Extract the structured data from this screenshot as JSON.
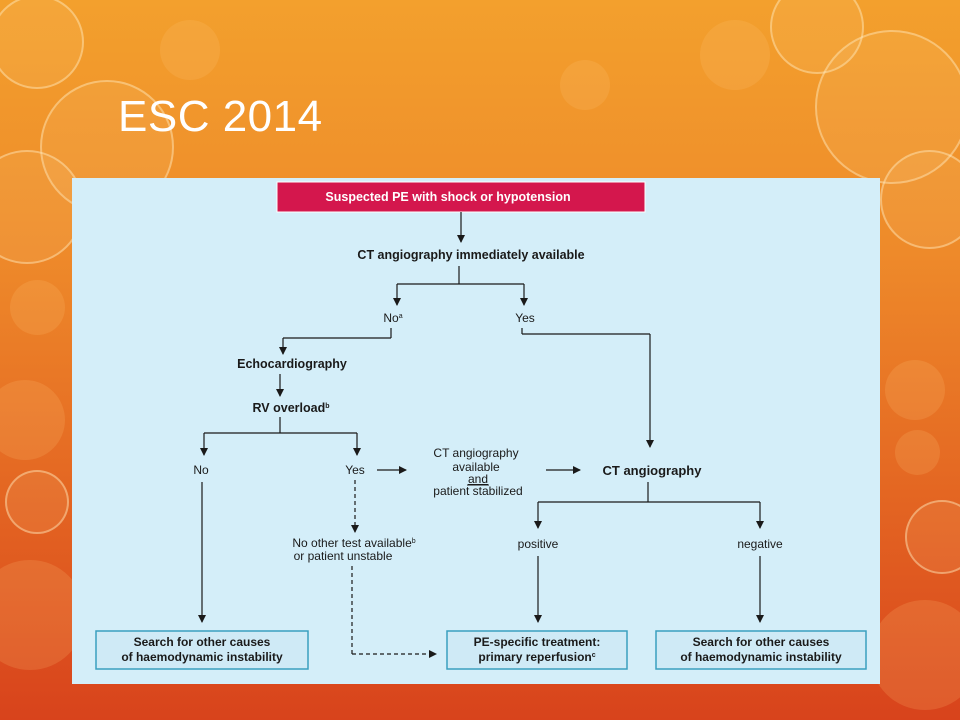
{
  "slide": {
    "title": "ESC 2014"
  },
  "flowchart": {
    "start_box": "Suspected PE with shock or hypotension",
    "ct_available_question": "CT angiography immediately available",
    "branch_no": "No",
    "branch_no_sup": "a",
    "branch_yes": "Yes",
    "echo": "Echocardiography",
    "rv_overload": "RV overload",
    "rv_overload_sup": "b",
    "rv_no": "No",
    "rv_yes": "Yes",
    "ct_stabilized_line1": "CT angiography",
    "ct_stabilized_line2": "available",
    "ct_stabilized_line3": "and",
    "ct_stabilized_line4": "patient stabilized",
    "ct_angiography": "CT angiography",
    "no_other_test_line1": "No other test available",
    "no_other_test_sup": "b",
    "no_other_test_line2": "or patient unstable",
    "positive": "positive",
    "negative": "negative",
    "left_box_line1": "Search for other causes",
    "left_box_line2": "of haemodynamic instability",
    "center_box_line1": "PE-specific treatment:",
    "center_box_line2": "primary reperfusion",
    "center_box_sup": "c",
    "right_box_line1": "Search for other causes",
    "right_box_line2": "of haemodynamic instability"
  },
  "colors": {
    "start_box_fill": "#d4174d",
    "panel_fill": "#d4eef9",
    "box_border": "#3a9fbf",
    "box_fill": "#cfeaf6",
    "text": "#1a1a1a"
  }
}
